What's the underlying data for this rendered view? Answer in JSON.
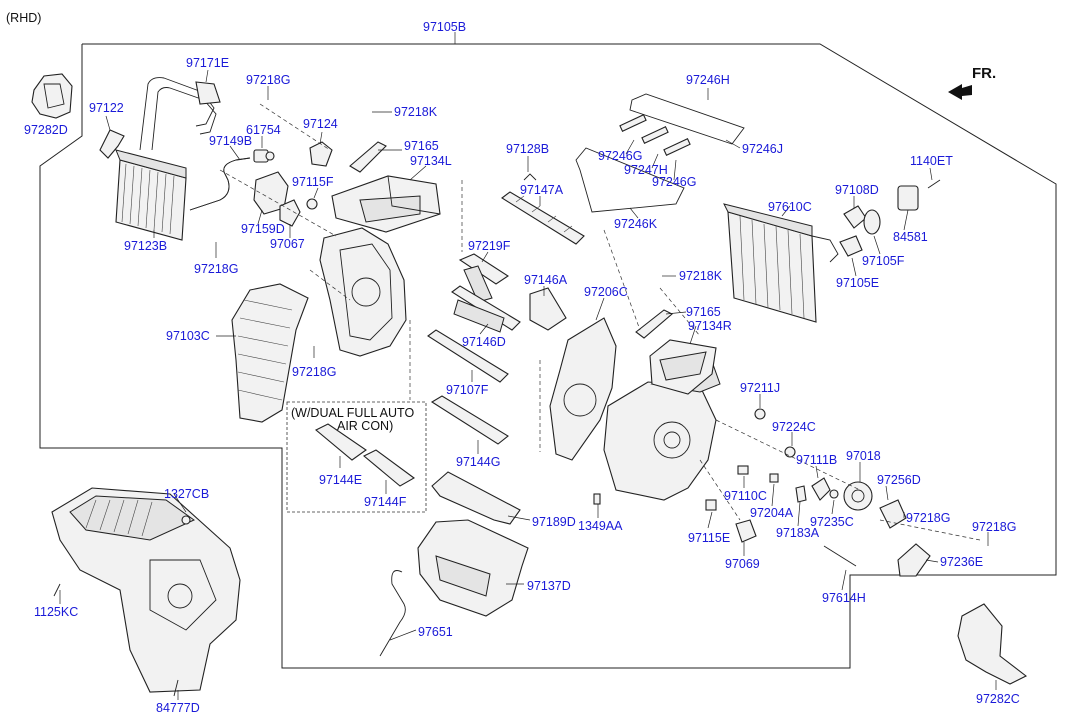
{
  "header": {
    "variant": "(RHD)",
    "direction": "FR."
  },
  "note": {
    "line1": "(W/DUAL FULL AUTO",
    "line2": "AIR CON)"
  },
  "parts": [
    {
      "id": "p1",
      "label": "97105B"
    },
    {
      "id": "p2",
      "label": "97171E"
    },
    {
      "id": "p3",
      "label": "97218G"
    },
    {
      "id": "p4",
      "label": "97122"
    },
    {
      "id": "p5",
      "label": "97282D"
    },
    {
      "id": "p6",
      "label": "97218K"
    },
    {
      "id": "p7",
      "label": "97124"
    },
    {
      "id": "p8",
      "label": "61754"
    },
    {
      "id": "p9",
      "label": "97149B"
    },
    {
      "id": "p10",
      "label": "97165"
    },
    {
      "id": "p11",
      "label": "97134L"
    },
    {
      "id": "p12",
      "label": "97128B"
    },
    {
      "id": "p13",
      "label": "97115F"
    },
    {
      "id": "p14",
      "label": "97147A"
    },
    {
      "id": "p15",
      "label": "97159D"
    },
    {
      "id": "p16",
      "label": "97067"
    },
    {
      "id": "p17",
      "label": "97123B"
    },
    {
      "id": "p18",
      "label": "97218G"
    },
    {
      "id": "p19",
      "label": "97219F"
    },
    {
      "id": "p20",
      "label": "97146A"
    },
    {
      "id": "p21",
      "label": "97103C"
    },
    {
      "id": "p22",
      "label": "97146D"
    },
    {
      "id": "p23",
      "label": "97218G"
    },
    {
      "id": "p24",
      "label": "97107F"
    },
    {
      "id": "p25",
      "label": "97144G"
    },
    {
      "id": "p26",
      "label": "97144E"
    },
    {
      "id": "p27",
      "label": "97144F"
    },
    {
      "id": "p28",
      "label": "97189D"
    },
    {
      "id": "p29",
      "label": "1349AA"
    },
    {
      "id": "p30",
      "label": "97137D"
    },
    {
      "id": "p31",
      "label": "97651"
    },
    {
      "id": "p32",
      "label": "1327CB"
    },
    {
      "id": "p33",
      "label": "1125KC"
    },
    {
      "id": "p34",
      "label": "84777D"
    },
    {
      "id": "p35",
      "label": "97246H"
    },
    {
      "id": "p36",
      "label": "97246G"
    },
    {
      "id": "p37",
      "label": "97247H"
    },
    {
      "id": "p38",
      "label": "97246J"
    },
    {
      "id": "p39",
      "label": "97246G"
    },
    {
      "id": "p40",
      "label": "97246K"
    },
    {
      "id": "p41",
      "label": "97206C"
    },
    {
      "id": "p42",
      "label": "97218K"
    },
    {
      "id": "p43",
      "label": "97165"
    },
    {
      "id": "p44",
      "label": "97134R"
    },
    {
      "id": "p45",
      "label": "97610C"
    },
    {
      "id": "p46",
      "label": "97108D"
    },
    {
      "id": "p47",
      "label": "1140ET"
    },
    {
      "id": "p48",
      "label": "84581"
    },
    {
      "id": "p49",
      "label": "97105F"
    },
    {
      "id": "p50",
      "label": "97105E"
    },
    {
      "id": "p51",
      "label": "97211J"
    },
    {
      "id": "p52",
      "label": "97224C"
    },
    {
      "id": "p53",
      "label": "97111B"
    },
    {
      "id": "p54",
      "label": "97018"
    },
    {
      "id": "p55",
      "label": "97256D"
    },
    {
      "id": "p56",
      "label": "97110C"
    },
    {
      "id": "p57",
      "label": "97204A"
    },
    {
      "id": "p58",
      "label": "97235C"
    },
    {
      "id": "p59",
      "label": "97218G"
    },
    {
      "id": "p60",
      "label": "97218G"
    },
    {
      "id": "p61",
      "label": "97115E"
    },
    {
      "id": "p62",
      "label": "97183A"
    },
    {
      "id": "p63",
      "label": "97069"
    },
    {
      "id": "p64",
      "label": "97236E"
    },
    {
      "id": "p65",
      "label": "97614H"
    },
    {
      "id": "p66",
      "label": "97282C"
    }
  ]
}
